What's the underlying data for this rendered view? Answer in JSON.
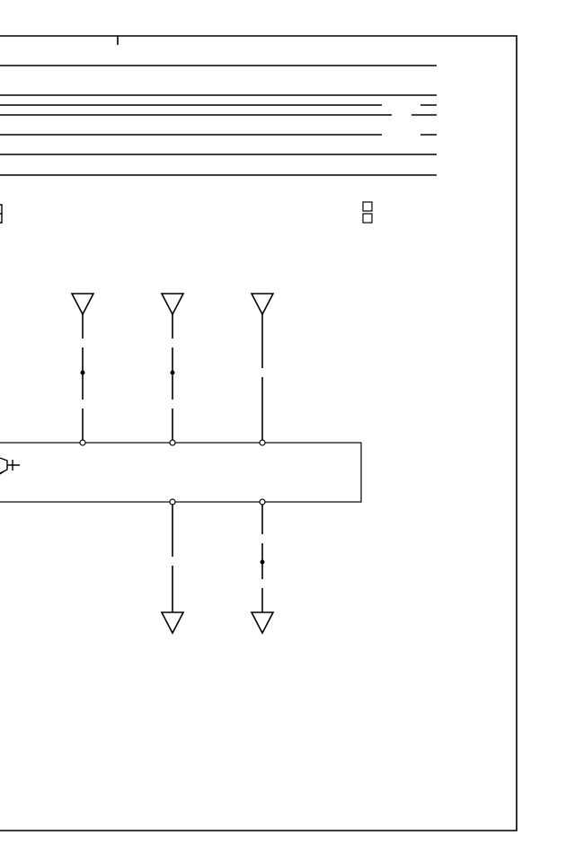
{
  "colors": {
    "line": "#000000",
    "background": "#ffffff"
  },
  "diagram": {
    "title_block_rules": 7,
    "connectors_top": [
      {
        "id": "top-1",
        "dot": true
      },
      {
        "id": "top-2",
        "dot": true
      },
      {
        "id": "top-3",
        "dot": false
      }
    ],
    "connectors_bottom": [
      {
        "id": "bottom-1",
        "dot": false
      },
      {
        "id": "bottom-2",
        "dot": true
      }
    ],
    "legend_boxes": 2
  }
}
